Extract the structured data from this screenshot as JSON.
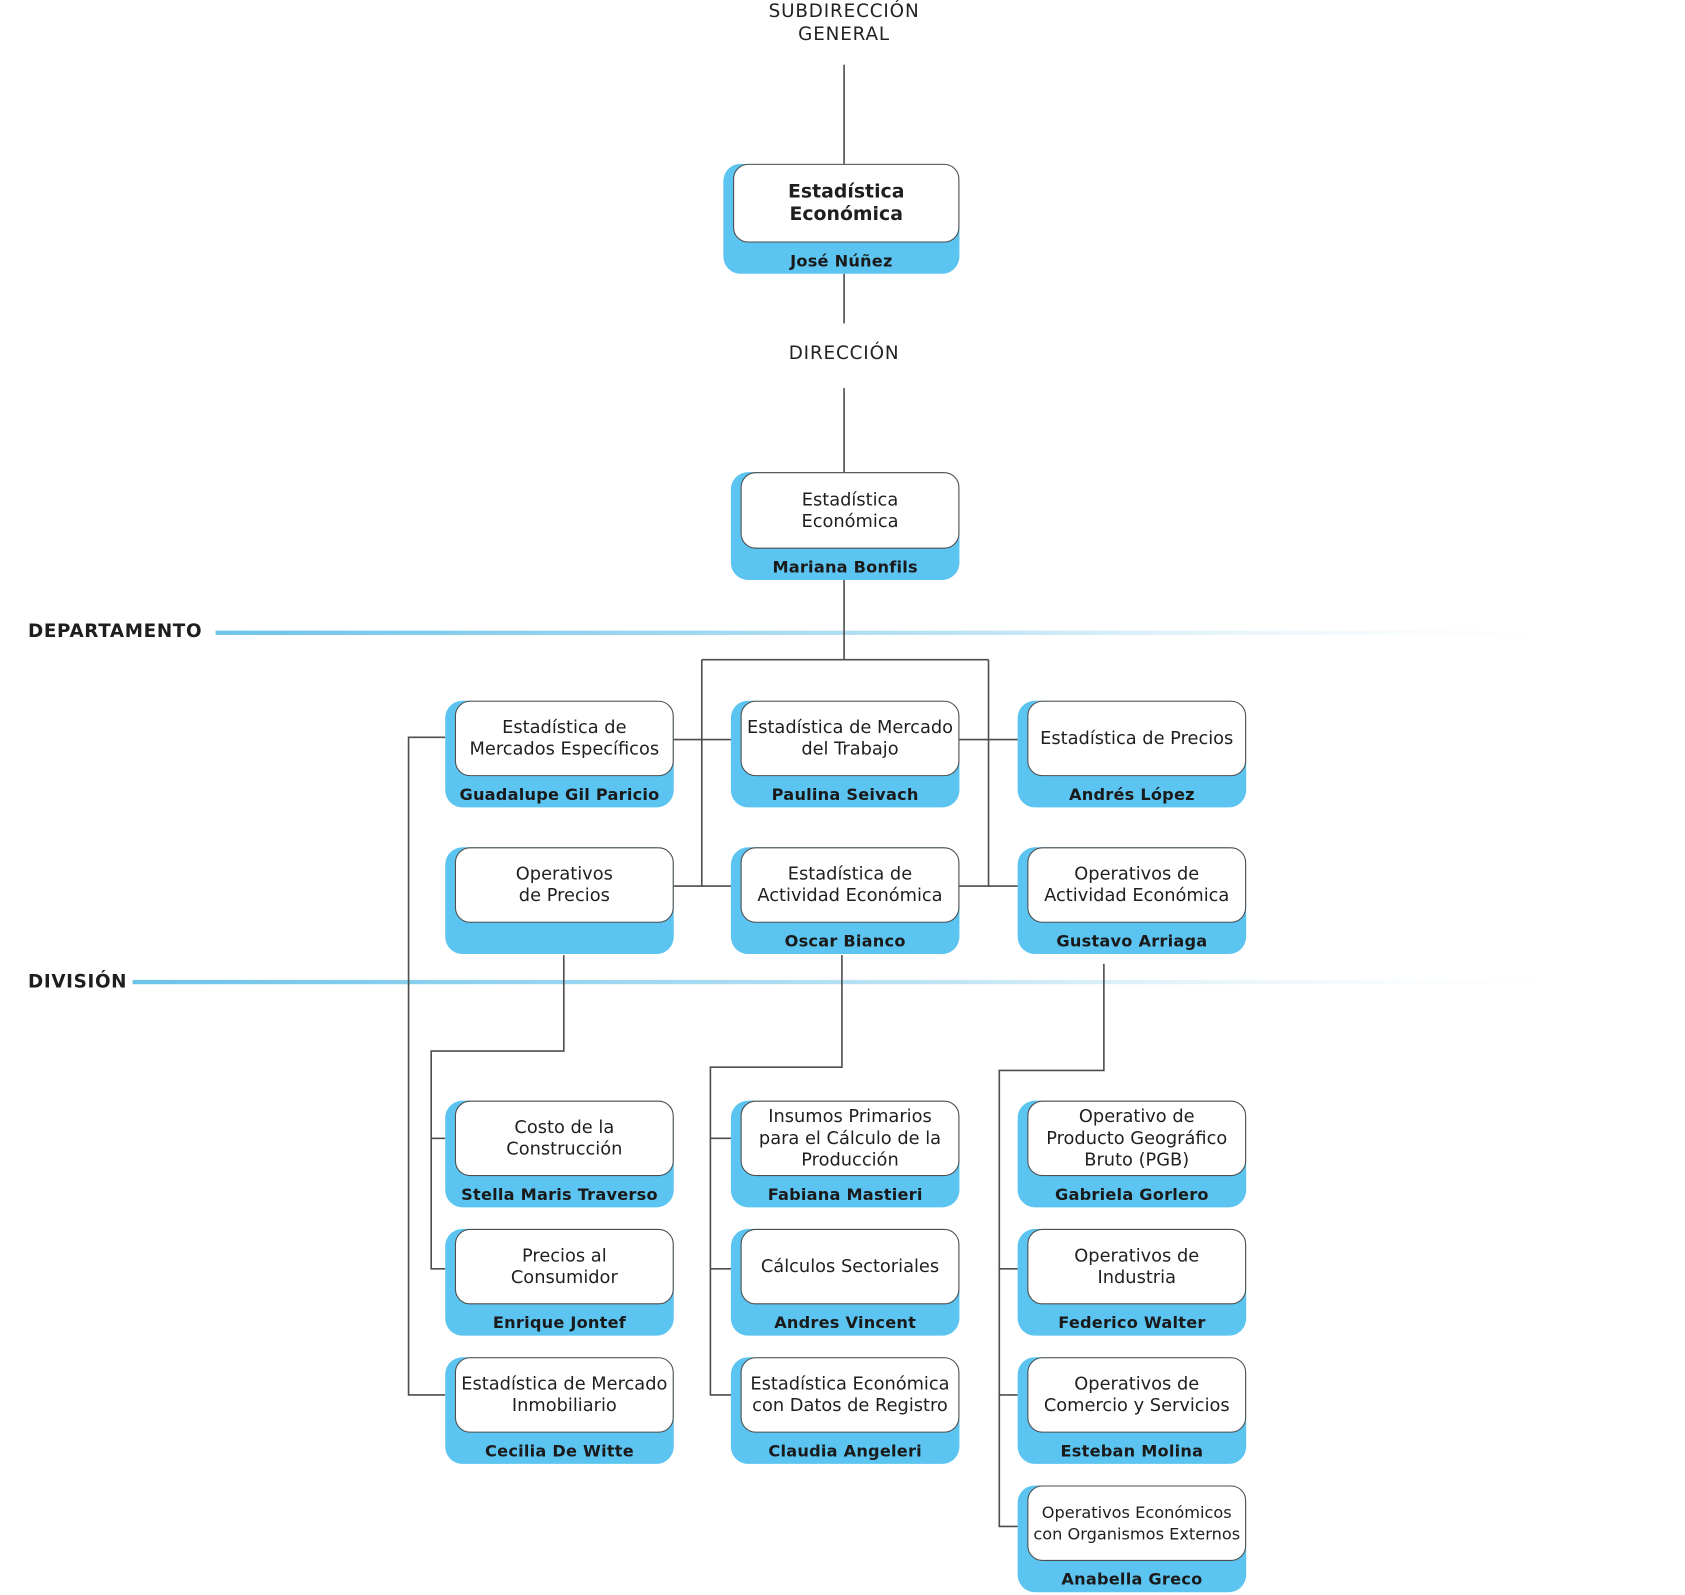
{
  "levels": {
    "subdireccion": "SUBDIRECCIÓN\nGENERAL",
    "direccion": "DIRECCIÓN",
    "departamento": "DEPARTAMENTO",
    "division": "DIVISIÓN"
  },
  "top": {
    "subdireccion_unit": {
      "title": "Estadística\nEconómica",
      "person": "José Núñez"
    },
    "direccion_unit": {
      "title": "Estadística\nEconómica",
      "person": "Mariana Bonfils"
    }
  },
  "departamentos": [
    {
      "title": "Estadística de\nMercados Específicos",
      "person": "Guadalupe Gil Paricio"
    },
    {
      "title": "Estadística de Mercado\ndel Trabajo",
      "person": "Paulina Seivach"
    },
    {
      "title": "Estadística de Precios",
      "person": "Andrés López"
    },
    {
      "title": "Operativos\nde Precios",
      "person": ""
    },
    {
      "title": "Estadística de\nActividad Económica",
      "person": "Oscar Bianco"
    },
    {
      "title": "Operativos de\nActividad Económica",
      "person": "Gustavo Arriaga"
    }
  ],
  "divisiones": {
    "left": [
      {
        "title": "Costo de la\nConstrucción",
        "person": "Stella Maris Traverso"
      },
      {
        "title": "Precios al\nConsumidor",
        "person": "Enrique Jontef"
      },
      {
        "title": "Estadística de Mercado\nInmobiliario",
        "person": "Cecilia De Witte"
      }
    ],
    "center": [
      {
        "title": "Insumos Primarios\npara el Cálculo de la\nProducción",
        "person": "Fabiana Mastieri"
      },
      {
        "title": "Cálculos Sectoriales",
        "person": "Andres Vincent"
      },
      {
        "title": "Estadística Económica\ncon Datos de Registro",
        "person": "Claudia Angeleri"
      }
    ],
    "right": [
      {
        "title": "Operativo de\nProducto Geográfico\nBruto (PGB)",
        "person": "Gabriela Gorlero"
      },
      {
        "title": "Operativos de\nIndustria",
        "person": "Federico Walter"
      },
      {
        "title": "Operativos de\nComercio y Servicios",
        "person": "Esteban Molina"
      },
      {
        "title": "Operativos Económicos\ncon Organismos Externos",
        "person": "Anabella Greco"
      }
    ]
  },
  "colors": {
    "accent": "#5bc4f1",
    "line": "#4d4d4d",
    "band": "#7fcbea"
  }
}
